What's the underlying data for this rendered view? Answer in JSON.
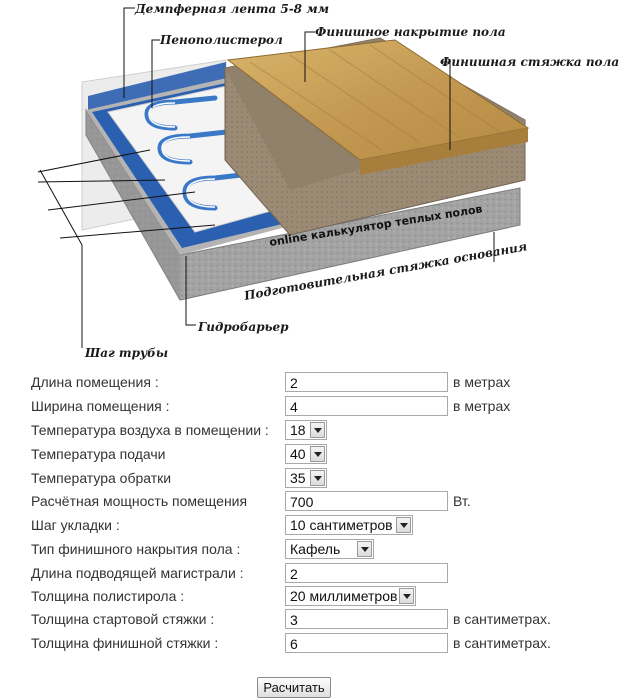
{
  "diagram": {
    "labels": {
      "damper_tape": "Демпферная лента 5-8 мм",
      "polystyrene": "Пенополистерол",
      "finish_cover": "Финишное накрытие пола",
      "finish_screed": "Финишная стяжка пола",
      "calculator_text": "online калькулятор теплых полов",
      "base_screed": "Подготовительная стяжка основания",
      "hydro_barrier": "Гидробарьер",
      "pipe_step": "Шаг трубы"
    }
  },
  "form": {
    "room_length": {
      "label": "Длина помещения :",
      "value": "2",
      "unit": "в метрах"
    },
    "room_width": {
      "label": "Ширина помещения :",
      "value": "4",
      "unit": "в метрах"
    },
    "air_temp": {
      "label": "Температура воздуха в помещении :",
      "value": "18"
    },
    "supply_temp": {
      "label": "Температура подачи",
      "value": "40"
    },
    "return_temp": {
      "label": "Температура обратки",
      "value": "35"
    },
    "room_power": {
      "label": "Расчётная мощность помещения",
      "value": "700",
      "unit": "Вт."
    },
    "laying_step": {
      "label": "Шаг укладки :",
      "value": "10 сантиметров"
    },
    "finish_type": {
      "label": "Тип финишного накрытия пола :",
      "value": "Кафель"
    },
    "supply_line_length": {
      "label": "Длина подводящей магистрали :",
      "value": "2"
    },
    "polystyrene_thickness": {
      "label": "Толщина полистирола :",
      "value": "20 миллиметров"
    },
    "start_screed_thickness": {
      "label": "Толщина стартовой стяжки :",
      "value": "3",
      "unit": "в сантиметрах."
    },
    "finish_screed_thickness": {
      "label": "Толщина финишной стяжки :",
      "value": "6",
      "unit": "в сантиметрах."
    },
    "calculate_button": "Расчитать"
  },
  "colors": {
    "wood": "#c9a45e",
    "screed": "#9a8a78",
    "concrete": "#9c9c9c",
    "insulation": "#f2f2f2",
    "barrier": "#2b5fb0",
    "pipe": "#3a78c8"
  }
}
